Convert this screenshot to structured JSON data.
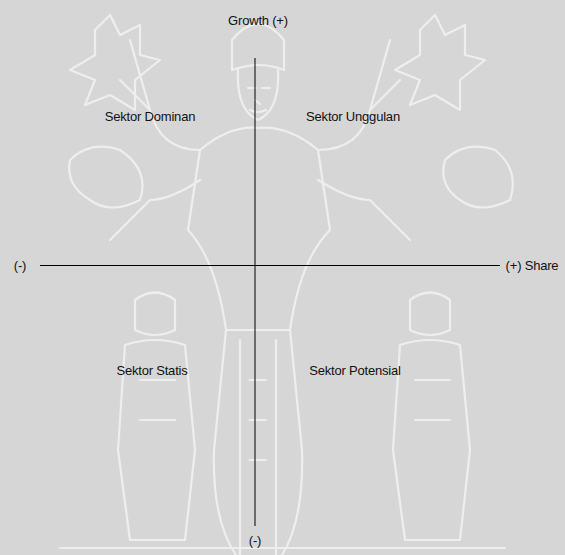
{
  "diagram": {
    "labels": [
      "Growth (+)",
      "Sektor Dominan",
      "Sektor Unggulan",
      "(-)",
      "(+) Share",
      "Sektor Statis",
      "Sektor Potensial",
      "(-)"
    ]
  }
}
